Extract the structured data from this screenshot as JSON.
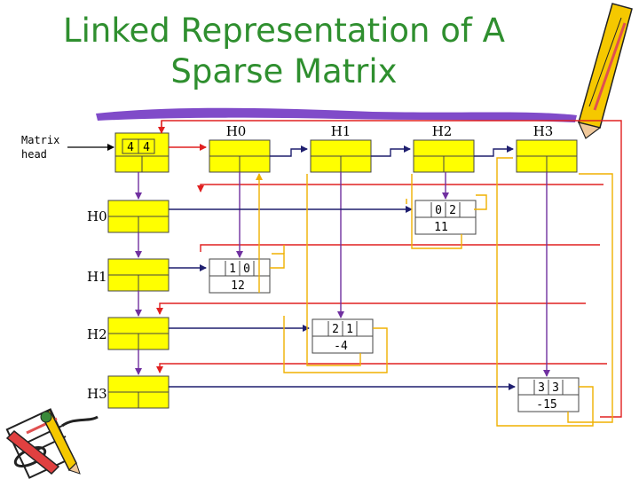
{
  "title": {
    "line1": "Linked Representation of A",
    "line2": "Sparse Matrix"
  },
  "matrix_head": {
    "line1": "Matrix",
    "line2": "head"
  },
  "head_node": {
    "row": "4",
    "col": "4"
  },
  "column_headers": [
    "H0",
    "H1",
    "H2",
    "H3"
  ],
  "row_headers": [
    "H0",
    "H1",
    "H2",
    "H3"
  ],
  "entries": [
    {
      "row": "0",
      "col": "2",
      "value": "11"
    },
    {
      "row": "1",
      "col": "0",
      "value": "12"
    },
    {
      "row": "2",
      "col": "1",
      "value": "-4"
    },
    {
      "row": "3",
      "col": "3",
      "value": "-15"
    }
  ],
  "colors": {
    "node_fill": "#ffff00",
    "title": "#2f8f2f",
    "down_link": "#7030a0",
    "right_link": "#1f1f6f",
    "back_link": "#f0b000",
    "head_link": "#e02020"
  },
  "icons": [
    "pencil-icon",
    "notepad-icon"
  ]
}
